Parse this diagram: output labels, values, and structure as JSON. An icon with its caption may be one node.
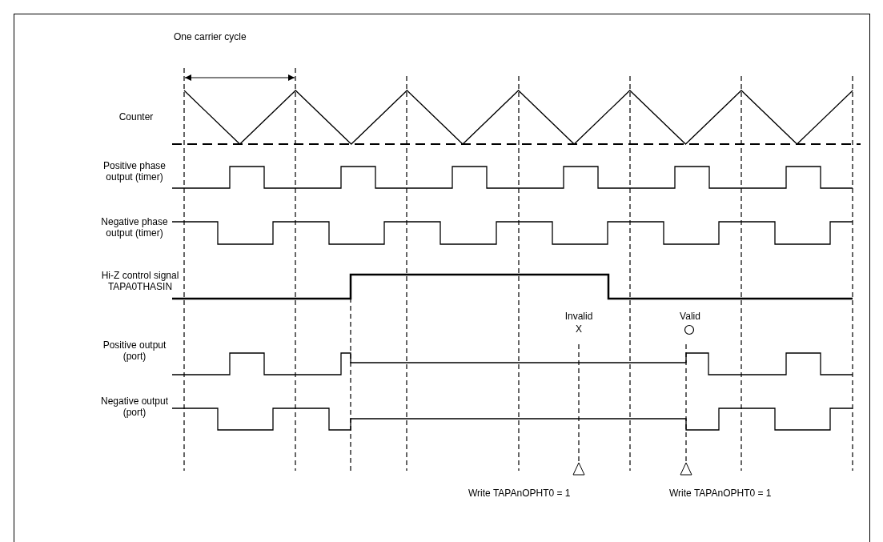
{
  "diagram": {
    "labels": [
      "One carrier cycle",
      "Counter",
      "Positive phase output (timer)",
      "Negative phase output (timer)",
      "Hi-Z control signal TAPA0THASIN",
      "Invalid",
      "Valid",
      "X",
      "Positive output (port)",
      "Negative output (port)",
      "Write TAPAnOPHT0 = 1",
      "Write TAPAnOPHT0 = 1"
    ]
  }
}
